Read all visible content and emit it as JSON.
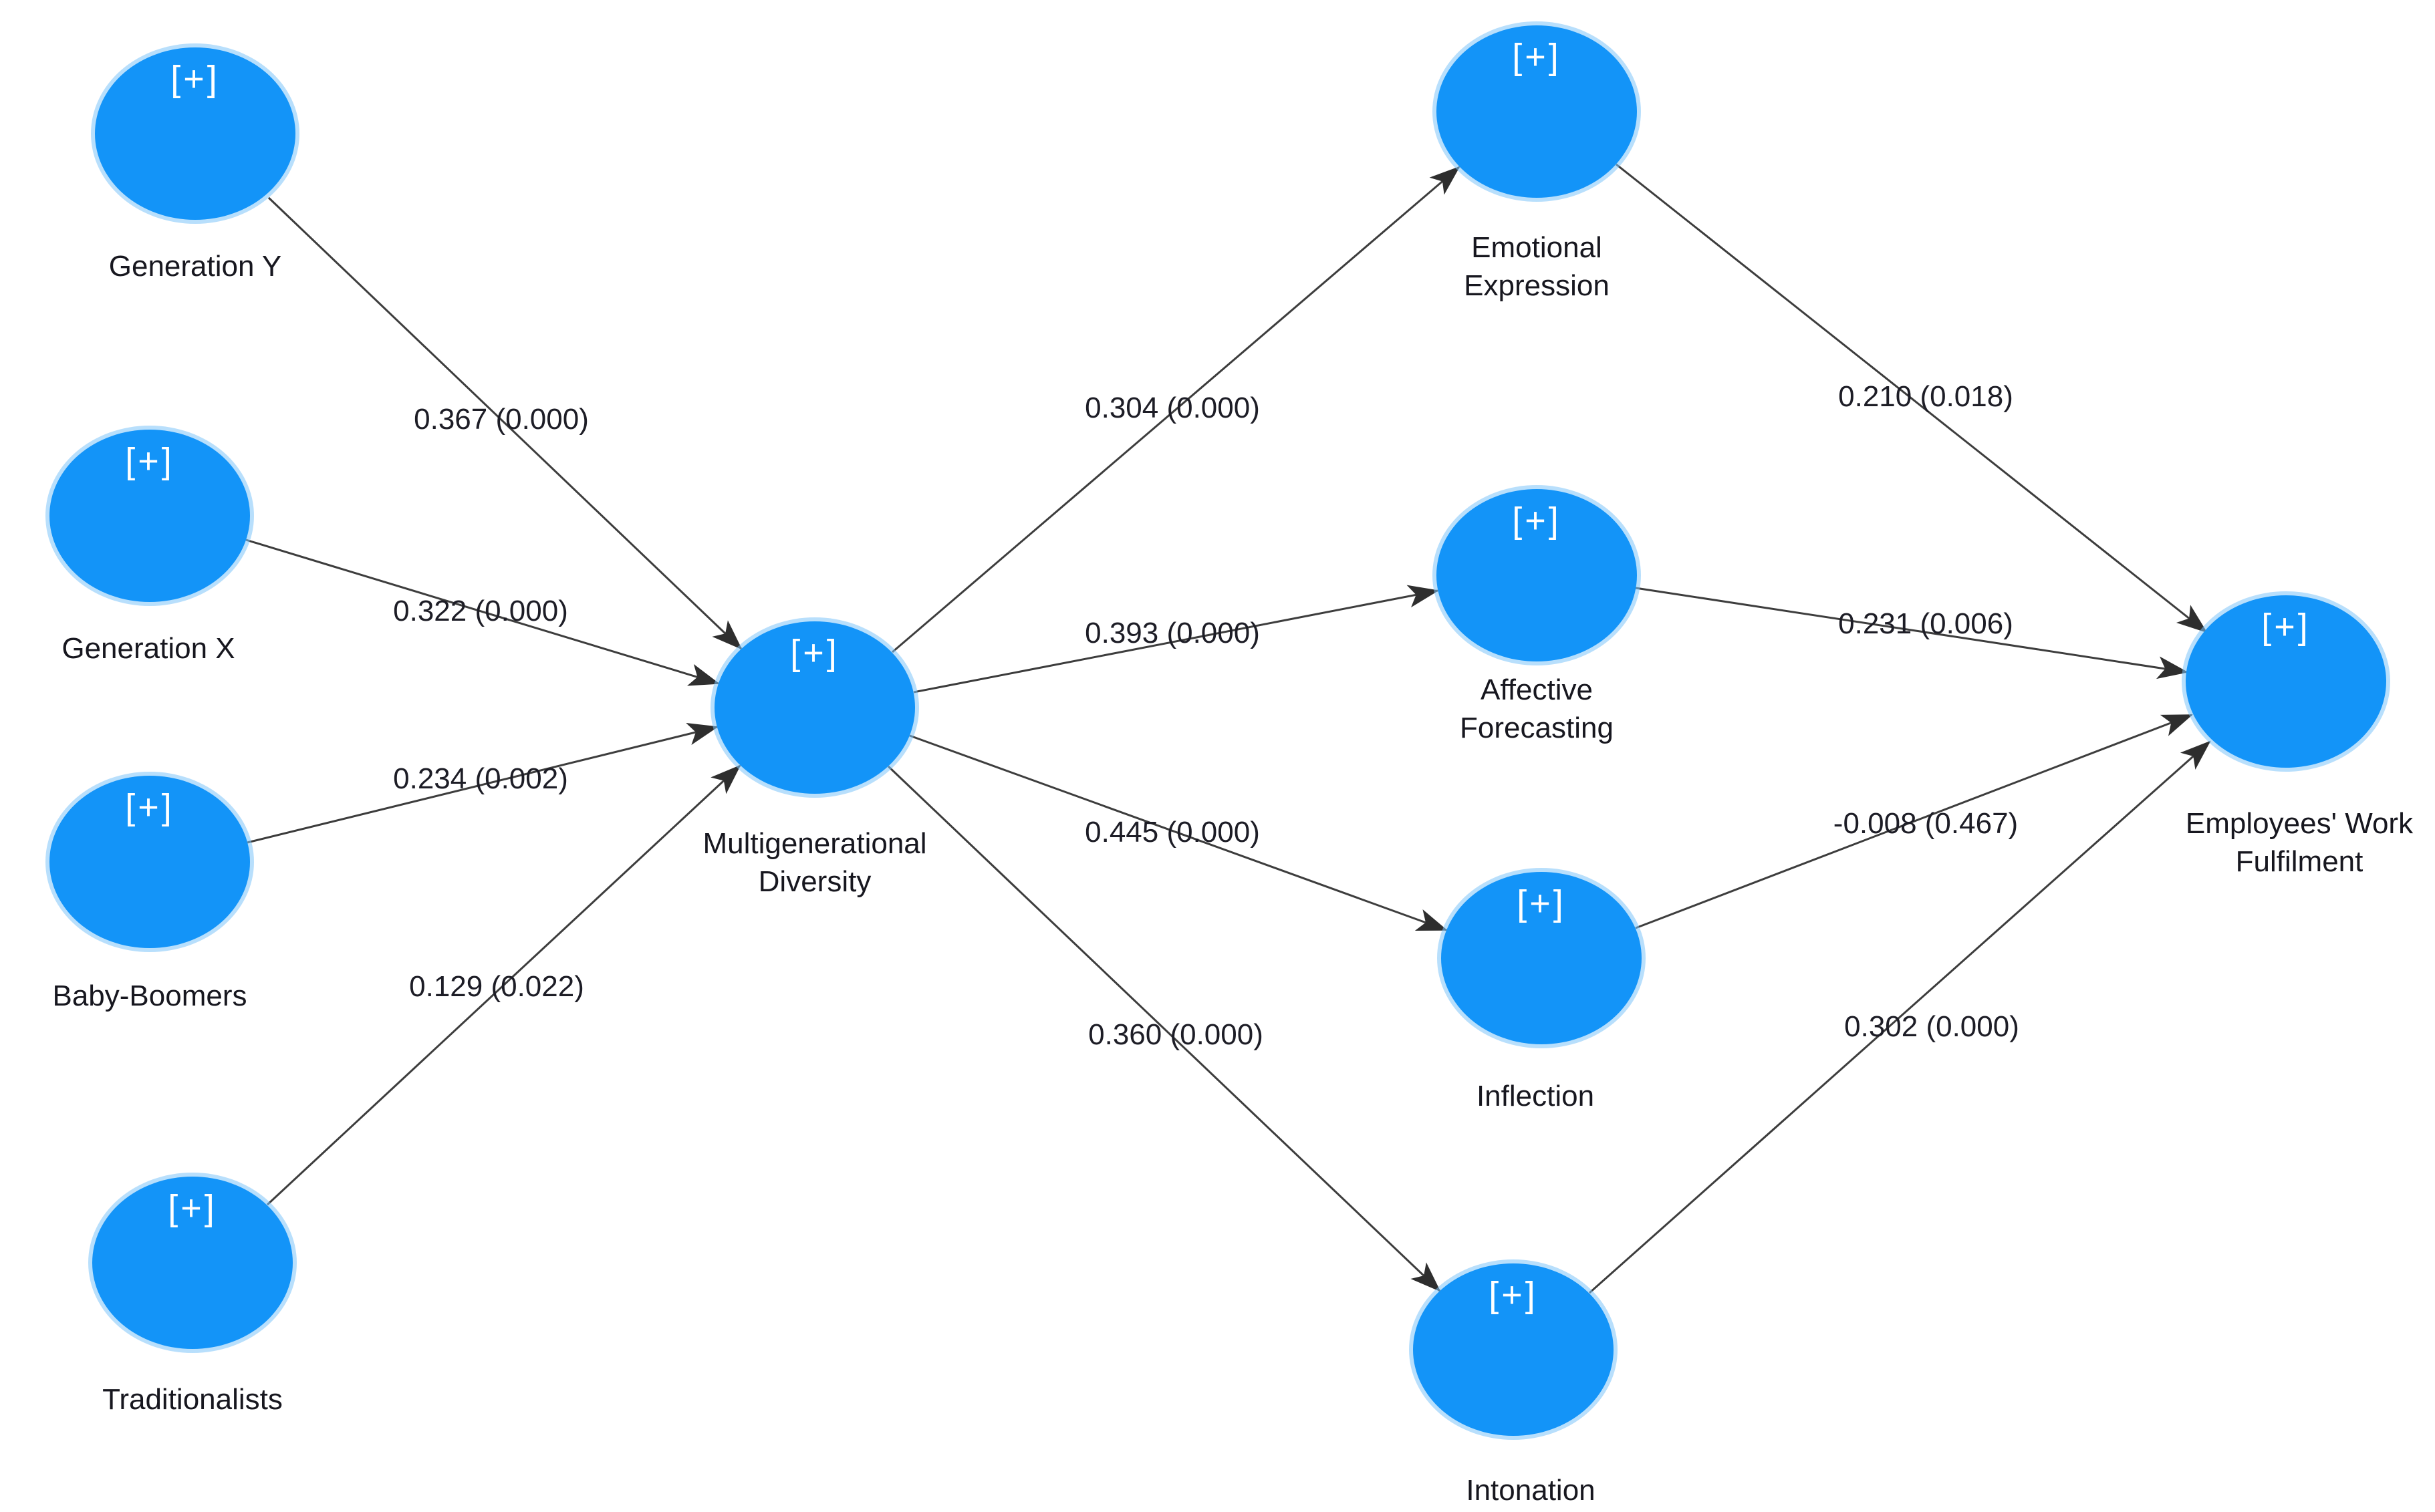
{
  "diagram": {
    "kind": "PLS-SEM path model",
    "node_badge": "[+]",
    "colors": {
      "node_fill": "#1394f8",
      "node_halo": "#7dc4fa",
      "badge_text": "#ffffff",
      "edge_line": "#3d3d3d",
      "label_text": "#17171f",
      "background": "#ffffff"
    },
    "nodes": [
      {
        "id": "generation_y",
        "label": "Generation Y"
      },
      {
        "id": "generation_x",
        "label": "Generation X"
      },
      {
        "id": "baby_boomers",
        "label": "Baby-Boomers"
      },
      {
        "id": "traditionalists",
        "label": "Traditionalists"
      },
      {
        "id": "multigenerational_diversity",
        "label": "Multigenerational Diversity"
      },
      {
        "id": "emotional_expression",
        "label": "Emotional Expression"
      },
      {
        "id": "affective_forecasting",
        "label": "Affective Forecasting"
      },
      {
        "id": "inflection",
        "label": "Inflection"
      },
      {
        "id": "intonation",
        "label": "Intonation"
      },
      {
        "id": "employees_work_fulfilment",
        "label": "Employees' Work Fulfilment"
      }
    ],
    "edges": [
      {
        "from": "Generation Y",
        "to": "Multigenerational Diversity",
        "coefficient": 0.367,
        "p_value": 0.0,
        "label": "0.367 (0.000)"
      },
      {
        "from": "Generation X",
        "to": "Multigenerational Diversity",
        "coefficient": 0.322,
        "p_value": 0.0,
        "label": "0.322 (0.000)"
      },
      {
        "from": "Baby-Boomers",
        "to": "Multigenerational Diversity",
        "coefficient": 0.234,
        "p_value": 0.002,
        "label": "0.234 (0.002)"
      },
      {
        "from": "Traditionalists",
        "to": "Multigenerational Diversity",
        "coefficient": 0.129,
        "p_value": 0.022,
        "label": "0.129 (0.022)"
      },
      {
        "from": "Multigenerational Diversity",
        "to": "Emotional Expression",
        "coefficient": 0.304,
        "p_value": 0.0,
        "label": "0.304 (0.000)"
      },
      {
        "from": "Multigenerational Diversity",
        "to": "Affective Forecasting",
        "coefficient": 0.393,
        "p_value": 0.0,
        "label": "0.393 (0.000)"
      },
      {
        "from": "Multigenerational Diversity",
        "to": "Inflection",
        "coefficient": 0.445,
        "p_value": 0.0,
        "label": "0.445 (0.000)"
      },
      {
        "from": "Multigenerational Diversity",
        "to": "Intonation",
        "coefficient": 0.36,
        "p_value": 0.0,
        "label": "0.360 (0.000)"
      },
      {
        "from": "Emotional Expression",
        "to": "Employees' Work Fulfilment",
        "coefficient": 0.21,
        "p_value": 0.018,
        "label": "0.210 (0.018)"
      },
      {
        "from": "Affective Forecasting",
        "to": "Employees' Work Fulfilment",
        "coefficient": 0.231,
        "p_value": 0.006,
        "label": "0.231 (0.006)"
      },
      {
        "from": "Inflection",
        "to": "Employees' Work Fulfilment",
        "coefficient": -0.008,
        "p_value": 0.467,
        "label": "-0.008 (0.467)"
      },
      {
        "from": "Intonation",
        "to": "Employees' Work Fulfilment",
        "coefficient": 0.302,
        "p_value": 0.0,
        "label": "0.302 (0.000)"
      }
    ]
  }
}
